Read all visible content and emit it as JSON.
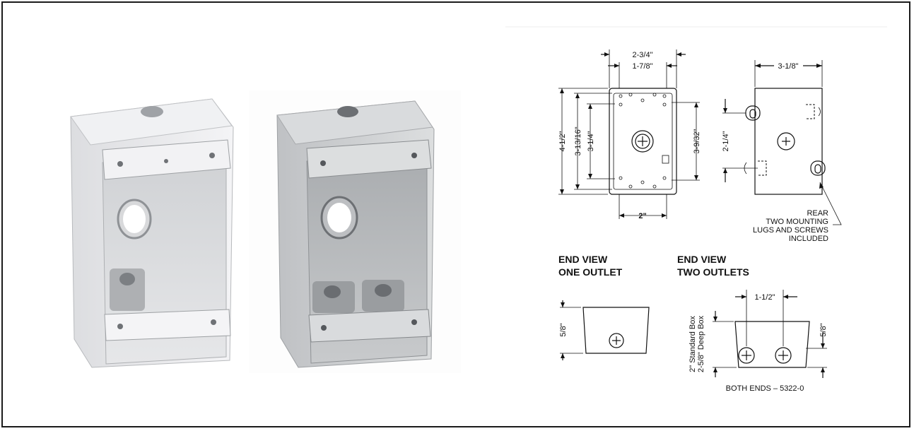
{
  "photos": {
    "left_box": {
      "description_icon": "white-weatherproof-box-one-outlet-photo",
      "color": "#e9eaec"
    },
    "right_box": {
      "description_icon": "gray-weatherproof-box-two-outlets-photo",
      "color": "#c9cbcd"
    }
  },
  "front_view": {
    "width_outer": "2-3/4\"",
    "width_inner": "1-7/8\"",
    "height_outer": "4-1/2\"",
    "height_mid": "3-13/16\"",
    "height_inner": "3-1/4\"",
    "height_right": "3-9/32\"",
    "bottom_width": "2\""
  },
  "rear_view": {
    "width": "3-1/8\"",
    "lug_spacing": "2-1/4\"",
    "callout_line1": "REAR",
    "callout_line2": "TWO MOUNTING",
    "callout_line3": "LUGS AND SCREWS",
    "callout_line4": "INCLUDED"
  },
  "end_view_one": {
    "heading_line1": "END VIEW",
    "heading_line2": "ONE OUTLET",
    "depth": "5/8\""
  },
  "end_view_two": {
    "heading_line1": "END VIEW",
    "heading_line2": "TWO OUTLETS",
    "spacing": "1-1/2\"",
    "depth": "5/8\"",
    "box_depth_1": "2\" Standard Box",
    "box_depth_2": "2-5/8\" Deep Box",
    "footer": "BOTH ENDS – 5322-0"
  }
}
